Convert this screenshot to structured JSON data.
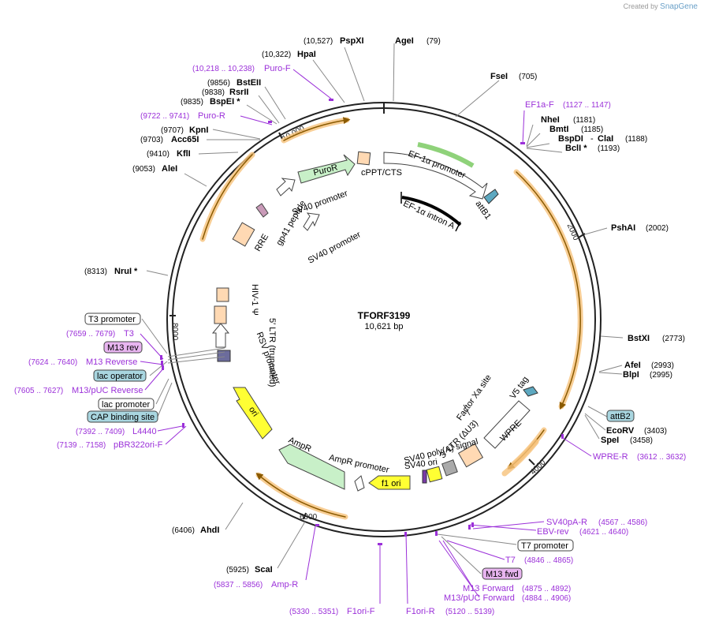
{
  "watermark": {
    "prefix": "Created by",
    "brand": "SnapGene"
  },
  "plasmid": {
    "name": "TFORF3199",
    "size": "10,621 bp"
  },
  "colors": {
    "enzyme": "#000000",
    "primer": "#9b30d9",
    "orange_arrow": "#f4b45e",
    "feature_fill": "#ffffff",
    "puror": "#c8f0c8",
    "ori": "#ffff00",
    "misc": "#ffd9b3",
    "backbone": "#222222"
  },
  "ticks": [
    "2000",
    "4000",
    "6000",
    "8000",
    "10,000"
  ],
  "enzymes": [
    {
      "name": "PspXI",
      "pos": "(10,527)"
    },
    {
      "name": "AgeI",
      "pos": "(79)"
    },
    {
      "name": "HpaI",
      "pos": "(10,322)"
    },
    {
      "name": "FseI",
      "pos": "(705)"
    },
    {
      "name": "BstEII",
      "pos": "(9856)"
    },
    {
      "name": "RsrII",
      "pos": "(9838)"
    },
    {
      "name": "BspEI *",
      "pos": "(9835)"
    },
    {
      "name": "NheI",
      "pos": "(1181)"
    },
    {
      "name": "BmtI",
      "pos": "(1185)"
    },
    {
      "name": "BspDI",
      "pos": "(1188)"
    },
    {
      "name": "ClaI",
      "pos": ""
    },
    {
      "name": "BclI *",
      "pos": "(1193)"
    },
    {
      "name": "KpnI",
      "pos": "(9707)"
    },
    {
      "name": "Acc65I",
      "pos": "(9703)"
    },
    {
      "name": "KflI",
      "pos": "(9410)"
    },
    {
      "name": "AleI",
      "pos": "(9053)"
    },
    {
      "name": "PshAI",
      "pos": "(2002)"
    },
    {
      "name": "NruI *",
      "pos": "(8313)"
    },
    {
      "name": "BstXI",
      "pos": "(2773)"
    },
    {
      "name": "AfeI",
      "pos": "(2993)"
    },
    {
      "name": "BlpI",
      "pos": "(2995)"
    },
    {
      "name": "EcoRV",
      "pos": "(3403)"
    },
    {
      "name": "SpeI",
      "pos": "(3458)"
    },
    {
      "name": "AhdI",
      "pos": "(6406)"
    },
    {
      "name": "ScaI",
      "pos": "(5925)"
    }
  ],
  "primers": [
    {
      "name": "Puro-F",
      "range": "(10,218 .. 10,238)"
    },
    {
      "name": "Puro-R",
      "range": "(9722 .. 9741)"
    },
    {
      "name": "EF1a-F",
      "range": "(1127 .. 1147)"
    },
    {
      "name": "T3",
      "range": "(7659 .. 7679)"
    },
    {
      "name": "M13 Reverse",
      "range": "(7624 .. 7640)"
    },
    {
      "name": "M13/pUC Reverse",
      "range": "(7605 .. 7627)"
    },
    {
      "name": "L4440",
      "range": "(7392 .. 7409)"
    },
    {
      "name": "pBR322ori-F",
      "range": "(7139 .. 7158)"
    },
    {
      "name": "WPRE-R",
      "range": "(3612 .. 3632)"
    },
    {
      "name": "SV40pA-R",
      "range": "(4567 .. 4586)"
    },
    {
      "name": "EBV-rev",
      "range": "(4621 .. 4640)"
    },
    {
      "name": "T7",
      "range": "(4846 .. 4865)"
    },
    {
      "name": "M13 Forward",
      "range": "(4875 .. 4892)"
    },
    {
      "name": "M13/pUC Forward",
      "range": "(4884 .. 4906)"
    },
    {
      "name": "Amp-R",
      "range": "(5837 .. 5856)"
    },
    {
      "name": "F1ori-F",
      "range": "(5330 .. 5351)"
    },
    {
      "name": "F1ori-R",
      "range": "(5120 .. 5139)"
    }
  ],
  "boxed_labels": {
    "t3_promoter": "T3 promoter",
    "m13_rev": "M13 rev",
    "lac_operator": "lac operator",
    "lac_promoter": "lac promoter",
    "cap_site": "CAP binding site",
    "attb2": "attB2",
    "t7_promoter": "T7 promoter",
    "m13_fwd": "M13 fwd"
  },
  "features": {
    "puror": "PuroR",
    "cppt": "cPPT/CTS",
    "ef1a_promoter": "EF-1α promoter",
    "attb1": "attB1",
    "ef1a_intron": "EF-1α intron A",
    "sv40_promoter_top": "SV40 promoter",
    "sv40_promoter_mid": "SV40 promoter",
    "gp41": "gp41 peptide",
    "rre": "RRE",
    "hiv_ltr": "HIV-1 Ψ",
    "ltr_trunc": "5′ LTR (truncated)",
    "rsv": "RSV promoter",
    "ori": "ori",
    "ampr": "AmpR",
    "ampr_promoter": "AmpR promoter",
    "f1ori": "f1 ori",
    "sv40_ori": "SV40 ori",
    "sv40_polya": "SV40 poly(A) signal",
    "ltr3": "3′ LTR (ΔU3)",
    "wpre": "WPRE",
    "v5": "V5 tag",
    "factor_xa": "Factor Xa site"
  }
}
